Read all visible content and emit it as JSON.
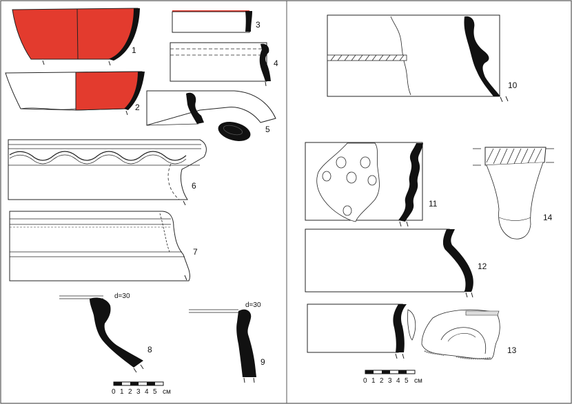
{
  "colors": {
    "red": "#e33b2e",
    "black": "#111111",
    "line": "#222222"
  },
  "figures": [
    {
      "n": "1"
    },
    {
      "n": "2"
    },
    {
      "n": "3"
    },
    {
      "n": "4"
    },
    {
      "n": "5"
    },
    {
      "n": "6"
    },
    {
      "n": "7"
    },
    {
      "n": "8"
    },
    {
      "n": "9"
    },
    {
      "n": "10"
    },
    {
      "n": "11"
    },
    {
      "n": "12"
    },
    {
      "n": "13"
    },
    {
      "n": "14"
    }
  ],
  "diameters": {
    "fig8": "d=30",
    "fig9": "d=30"
  },
  "scale_left": {
    "ticks": [
      "0",
      "1",
      "2",
      "3",
      "4",
      "5"
    ],
    "unit": "см"
  },
  "scale_right": {
    "ticks": [
      "0",
      "1",
      "2",
      "3",
      "4",
      "5"
    ],
    "unit": "см"
  }
}
